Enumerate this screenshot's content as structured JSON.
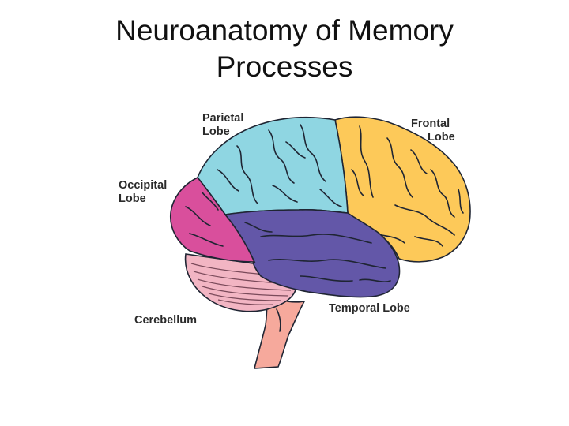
{
  "slide": {
    "title_line1": "Neuroanatomy of Memory",
    "title_line2": "Processes"
  },
  "diagram": {
    "labels": {
      "parietal_line1": "Parietal",
      "parietal_line2": "Lobe",
      "frontal_line1": "Frontal",
      "frontal_line2": "Lobe",
      "occipital_line1": "Occipital",
      "occipital_line2": "Lobe",
      "temporal": "Temporal Lobe",
      "cerebellum": "Cerebellum"
    },
    "colors": {
      "frontal": "#fdc959",
      "parietal": "#8fd6e2",
      "occipital": "#d94f9c",
      "temporal": "#6357a8",
      "cerebellum": "#f2b5c3",
      "brainstem": "#f6a99c",
      "outline": "#1f2533"
    }
  }
}
